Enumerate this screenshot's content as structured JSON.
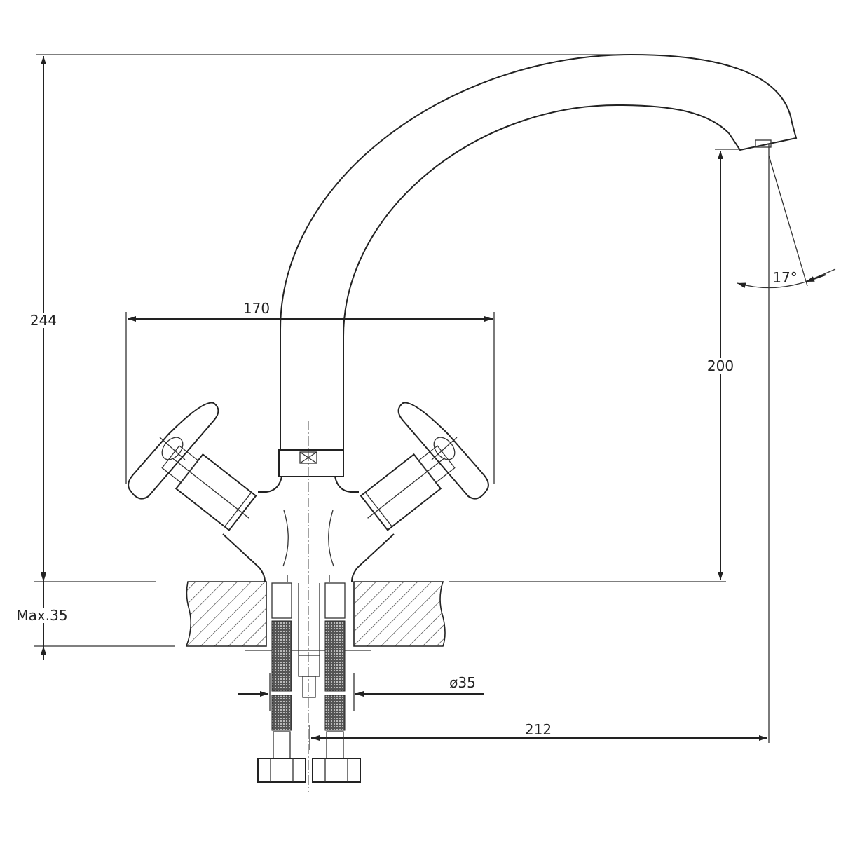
{
  "drawing": {
    "title": "Faucet dimension drawing",
    "dimensions": {
      "total_height": "244",
      "handle_span": "170",
      "spout_height": "200",
      "spout_angle": "17°",
      "max_counter_thickness": "Max.35",
      "hole_diameter": "ø35",
      "spout_reach": "212"
    },
    "colors": {
      "line": "#222222",
      "background": "#ffffff"
    }
  }
}
